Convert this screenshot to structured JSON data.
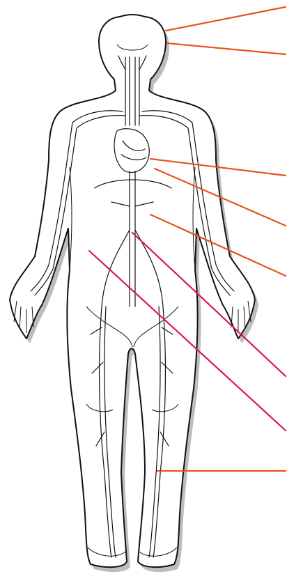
{
  "figure": {
    "subject": "human-circulatory-system-outline",
    "background": "#ffffff",
    "outline_color": "#111111",
    "vessel_color": "#111111",
    "shadow_color": "#bdbdbd"
  },
  "leaders": {
    "palette": {
      "orange": "#e8521c",
      "red": "#d9184a"
    },
    "items": [
      {
        "id": "head-upper",
        "color": "orange"
      },
      {
        "id": "head-lower",
        "color": "orange"
      },
      {
        "id": "heart",
        "color": "orange"
      },
      {
        "id": "aorta",
        "color": "orange"
      },
      {
        "id": "abdominal-vessels",
        "color": "orange"
      },
      {
        "id": "iliac-vessel",
        "color": "red"
      },
      {
        "id": "femoral-vessel",
        "color": "red"
      },
      {
        "id": "leg-vessel",
        "color": "orange"
      }
    ]
  }
}
